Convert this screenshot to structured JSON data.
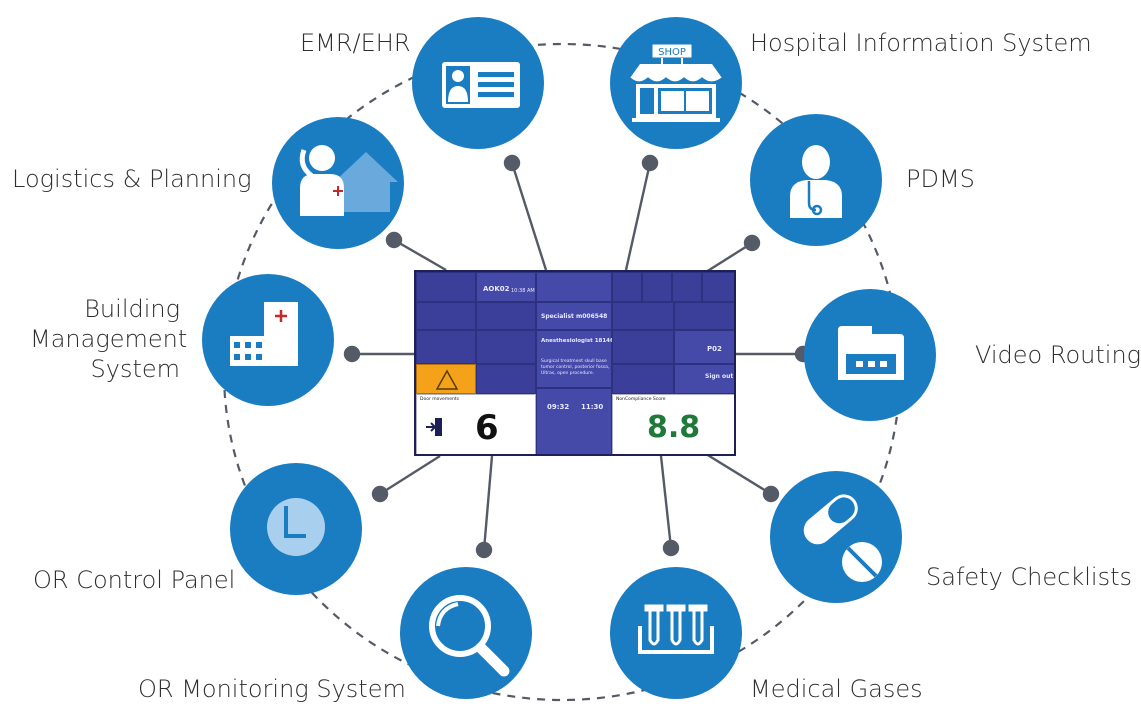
{
  "colors": {
    "node_fill": "#1a7cc1",
    "connector": "#545a66",
    "dashed_ring": "#545a66",
    "icon_white": "#ffffff",
    "accent_red": "#c62828",
    "screen_bg": "#3a3e96",
    "warning": "#f4a21a",
    "score_green": "#1f7a3a"
  },
  "nodes": [
    {
      "id": "emr",
      "label": "EMR/EHR",
      "icon": "id-card-icon"
    },
    {
      "id": "his",
      "label": "Hospital Information System",
      "icon": "shop-icon",
      "icon_text": "SHOP"
    },
    {
      "id": "pdms",
      "label": "PDMS",
      "icon": "doctor-icon"
    },
    {
      "id": "video",
      "label": "Video Routing",
      "icon": "video-device-icon"
    },
    {
      "id": "safety",
      "label": "Safety Checklists",
      "icon": "pills-icon"
    },
    {
      "id": "gases",
      "label": "Medical Gases",
      "icon": "test-tubes-icon"
    },
    {
      "id": "monitoring",
      "label": "OR Monitoring System",
      "icon": "magnifier-icon"
    },
    {
      "id": "control",
      "label": "OR Control Panel",
      "icon": "clock-icon"
    },
    {
      "id": "building",
      "label_lines": [
        "Building",
        "Management",
        "System"
      ],
      "icon": "building-icon"
    },
    {
      "id": "logistics",
      "label": "Logistics & Planning",
      "icon": "phone-house-icon"
    }
  ],
  "screen": {
    "room": "AOK02",
    "time": "10:38 AM",
    "specialist": "Specialist m006548",
    "anesthesiologist": "Anesthesiologist 18146",
    "procedure_lines": [
      "Surgical treatment skull base",
      "tumor control, posterior fossa,",
      "Ultras, open procedure."
    ],
    "door_movements_label": "Door movements",
    "door_movements_value": "6",
    "time_a": "09:32",
    "time_b": "11:30",
    "compliance_label": "NonCompliance Score",
    "compliance_value": "8.8",
    "room_code": "P02",
    "sign_out": "Sign out"
  }
}
